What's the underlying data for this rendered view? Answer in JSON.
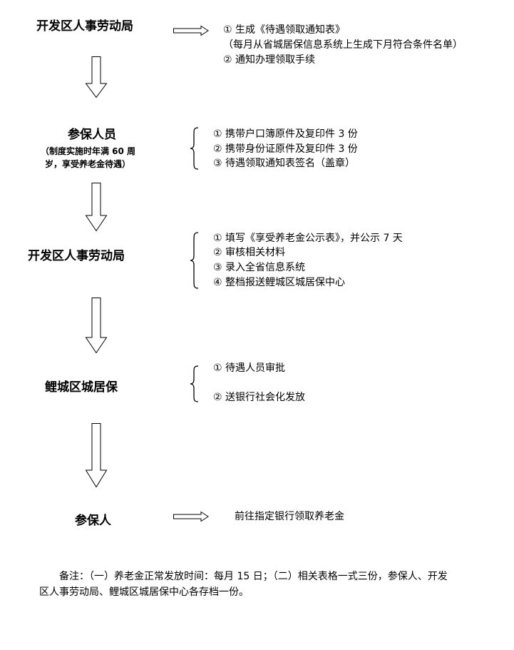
{
  "steps": [
    {
      "title": "开发区人事劳动局",
      "notes": [
        "①  生成《待遇领取通知表》",
        "（每月从省城居保信息系统上生成下月符合条件名单）",
        "②  通知办理领取手续"
      ]
    },
    {
      "title": "参保人员",
      "subtitle_line1": "（制度实施时年满 60 周",
      "subtitle_line2": "岁，享受养老金待遇）",
      "notes": [
        "①  携带户口簿原件及复印件 3 份",
        "②  携带身份证原件及复印件 3 份",
        "③  待遇领取通知表签名（盖章）"
      ]
    },
    {
      "title": "开发区人事劳动局",
      "notes": [
        "①  填写《享受养老金公示表》，并公示 7 天",
        "②  审核相关材料",
        "③  录入全省信息系统",
        "④  整档报送鲤城区城居保中心"
      ]
    },
    {
      "title": "鲤城区城居保",
      "notes": [
        "①  待遇人员审批",
        "②  送银行社会化发放"
      ]
    },
    {
      "title": "参保人",
      "notes": [
        "前往指定银行领取养老金"
      ]
    }
  ],
  "remark": {
    "line1": "备注：（一）养老金正常发放时间：每月 15 日；（二）相关表格一式三份，参保人、开发",
    "line2": "区人事劳动局、鲤城区城居保中心各存档一份。"
  },
  "icons": {
    "down_arrow": "hollow-down-arrow-icon",
    "right_arrow": "hollow-right-arrow-icon",
    "brace": "left-curly-brace-icon"
  }
}
